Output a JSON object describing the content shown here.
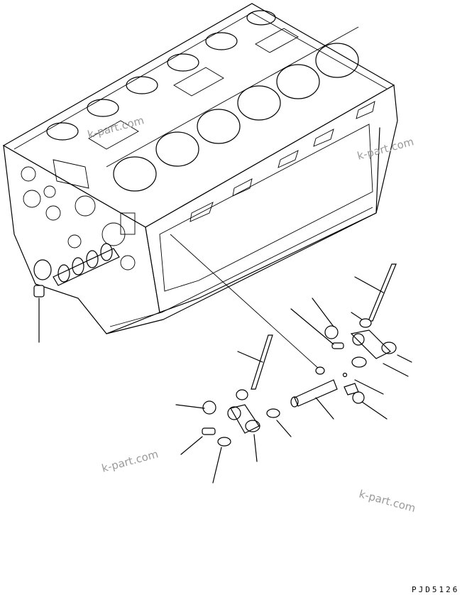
{
  "drawing": {
    "code": "PJD5126"
  },
  "watermarks": [
    "k-part.com",
    "k-part.com",
    "k-part.com",
    "k-part.com"
  ]
}
